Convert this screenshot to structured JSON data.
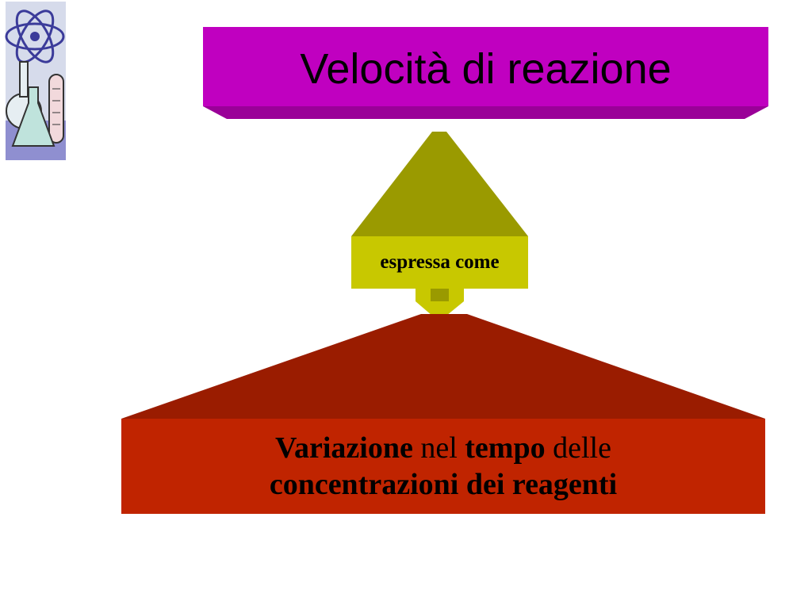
{
  "title": "Velocità di reazione",
  "connector_label": "espressa come",
  "definition": {
    "line1": [
      {
        "text": "Variazione",
        "bold": true
      },
      {
        "text": " nel ",
        "bold": false
      },
      {
        "text": "tempo",
        "bold": true
      },
      {
        "text": " delle",
        "bold": false
      }
    ],
    "line2": "concentrazioni dei reagenti"
  },
  "colors": {
    "title_fill": "#c000c0",
    "title_shadow": "#9a0098",
    "connector_top": "#9a9a00",
    "connector_front": "#c8c800",
    "base_top": "#9a1c00",
    "base_front": "#c02400"
  },
  "icons": [
    "chemistry-clipart-icon"
  ]
}
